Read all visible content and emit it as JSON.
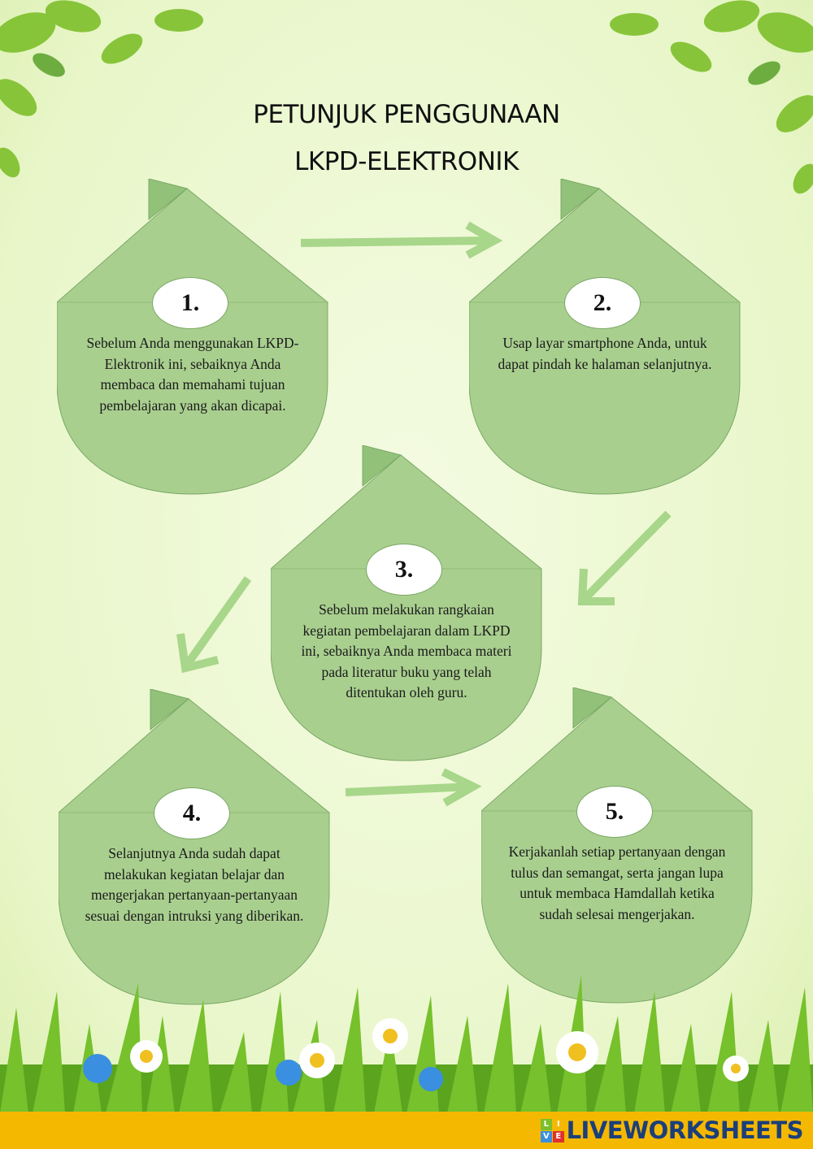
{
  "title": {
    "line1": "PETUNJUK PENGGUNAAN",
    "line2": "LKPD-ELEKTRONIK"
  },
  "steps": [
    {
      "number": "1.",
      "text": "Sebelum Anda menggunakan LKPD-Elektronik ini, sebaiknya Anda membaca dan memahami tujuan pembelajaran yang akan dicapai."
    },
    {
      "number": "2.",
      "text": "Usap layar smartphone Anda, untuk dapat pindah ke halaman selanjutnya."
    },
    {
      "number": "3.",
      "text": "Sebelum melakukan rangkaian kegiatan pembelajaran dalam LKPD ini, sebaiknya Anda membaca materi pada literatur buku yang telah ditentukan oleh guru."
    },
    {
      "number": "4.",
      "text": "Selanjutnya Anda sudah dapat melakukan kegiatan belajar dan mengerjakan pertanyaan-pertanyaan sesuai dengan intruksi yang diberikan."
    },
    {
      "number": "5.",
      "text": "Kerjakanlah setiap pertanyaan dengan tulus dan semangat, serta jangan lupa untuk membaca Hamdallah ketika sudah selesai mengerjakan."
    }
  ],
  "footer": {
    "brand": "LIVEWORKSHEETS",
    "logo_letters": [
      "L",
      "I",
      "V",
      "E"
    ]
  },
  "colors": {
    "card": "#a9cf8f",
    "arrow": "#a8d68a",
    "footer": "#f5b800",
    "brand": "#1b3f7a"
  }
}
